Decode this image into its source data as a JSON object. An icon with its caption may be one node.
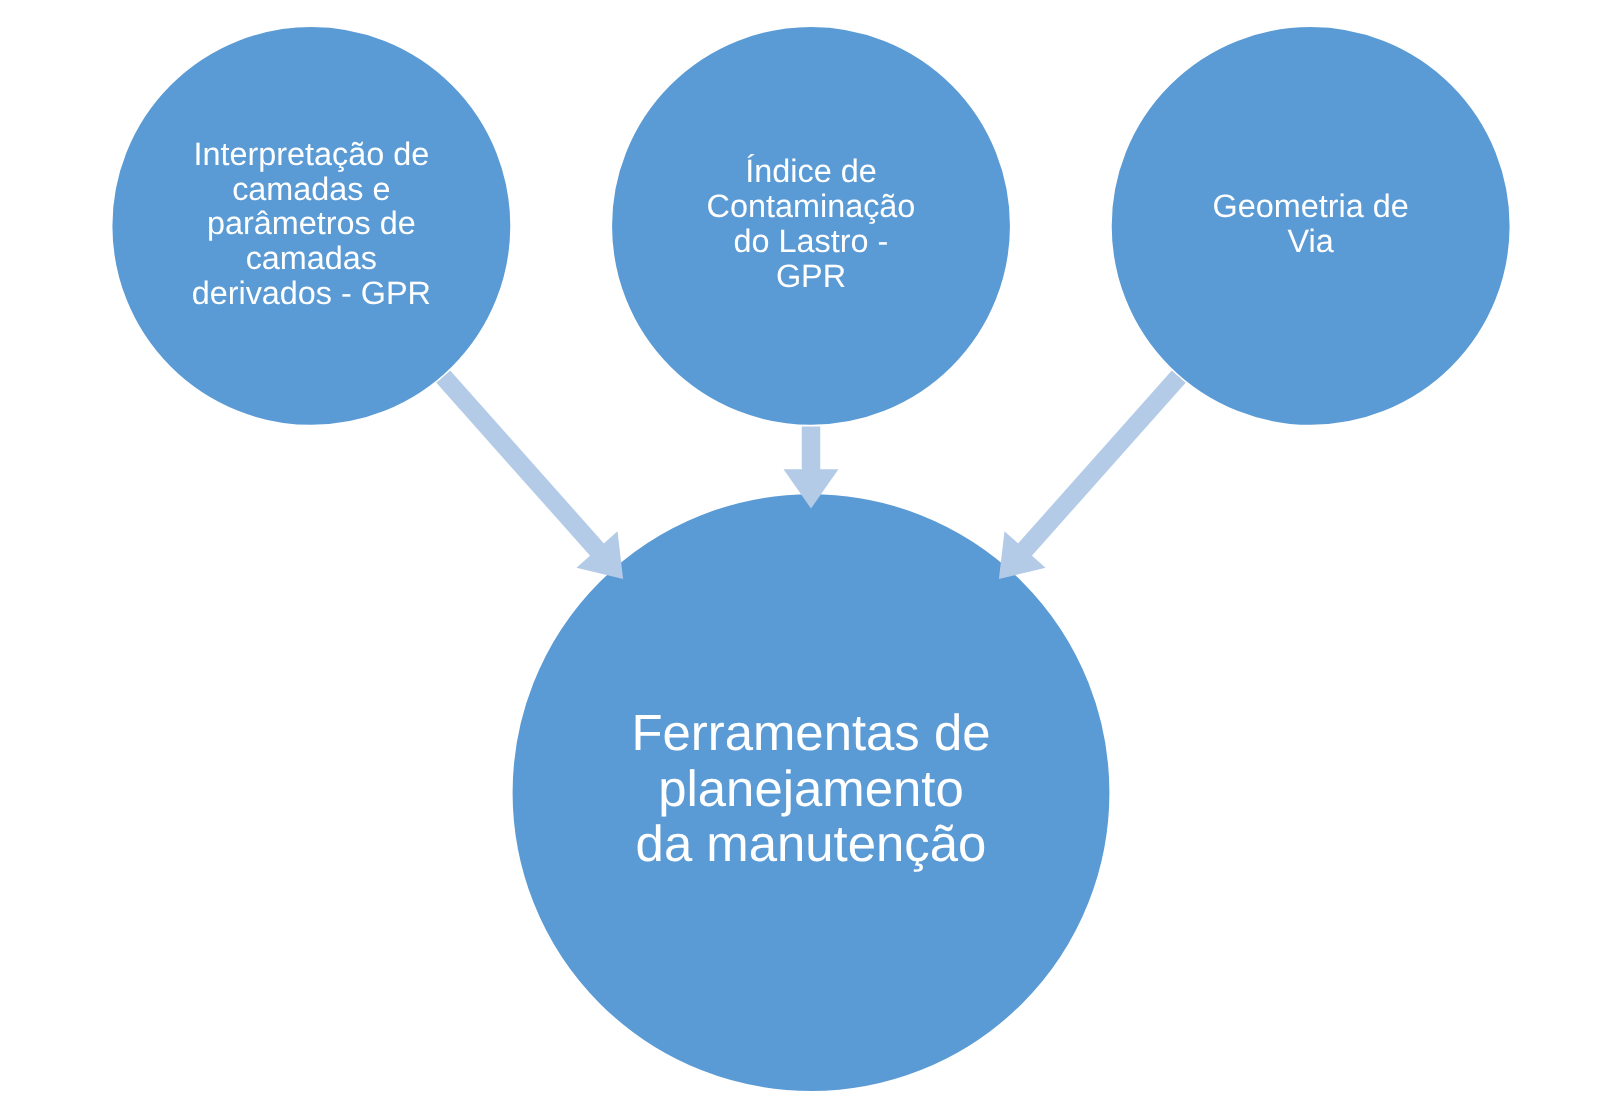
{
  "diagram": {
    "nodes": [
      {
        "text": [
          "Interpretação de camadas e parâmetros de camadas derivados - GPR"
        ]
      },
      {
        "text": [
          "Índice de Contaminação do Lastro - GPR"
        ]
      },
      {
        "text": [
          "Geometria de Via"
        ]
      },
      {
        "text": [
          "Ferramentas de planejamento da manutenção"
        ]
      }
    ],
    "edges": [
      {
        "from": 0,
        "to": 3,
        "arrow": "to"
      },
      {
        "from": 1,
        "to": 3,
        "arrow": "to"
      },
      {
        "from": 2,
        "to": 3,
        "arrow": "to"
      }
    ]
  }
}
